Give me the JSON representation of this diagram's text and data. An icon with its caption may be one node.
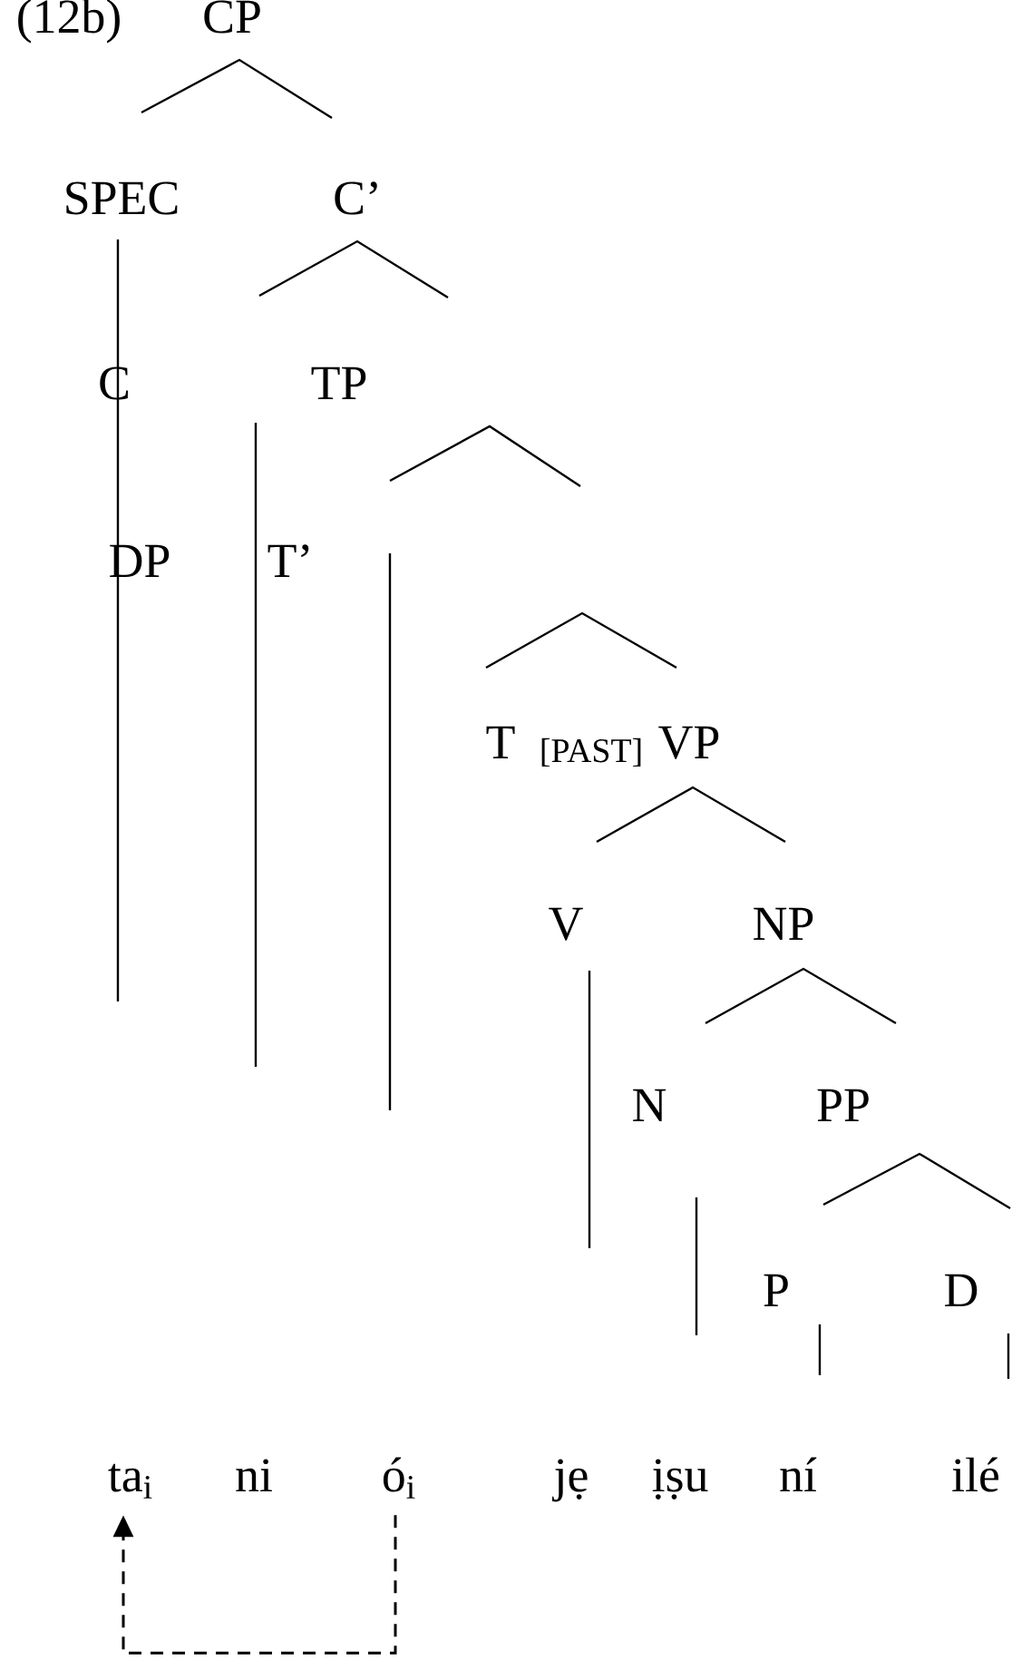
{
  "diagram": {
    "nodes": [
      {
        "text": [
          "ta$_{i}$"
        ]
      },
      {
        "text": [
          "ó$_{i}$"
        ]
      }
    ],
    "edges": [
      {
        "from": 1,
        "to": 0,
        "arrow": "to",
        "style": "dashed"
      }
    ],
    "labels": [
      "(12b)",
      "CP",
      "SPEC",
      "C’",
      "C",
      "TP",
      "DP",
      "T’",
      "T",
      "[PAST]",
      "VP",
      "V",
      "NP",
      "N",
      "PP",
      "P",
      "D",
      "ni",
      "jẹ",
      "ịṣu",
      "ní",
      "ilé"
    ]
  }
}
